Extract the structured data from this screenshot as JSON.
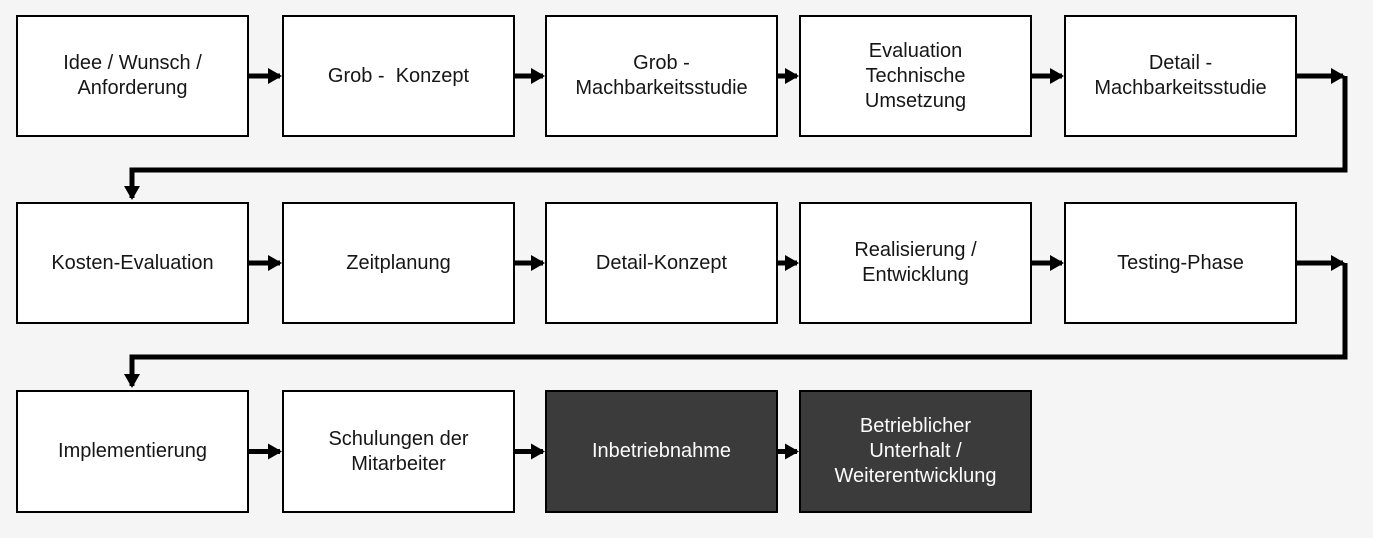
{
  "diagram": {
    "language": "de",
    "background_color": "#f5f5f6",
    "arrow_color": "#000000",
    "box_border_color": "#000000",
    "light_box_fill": "#ffffff",
    "light_box_text_color": "#161616",
    "dark_box_fill": "#3b3b3b",
    "dark_box_text_color": "#fcfcfc",
    "rows": [
      {
        "boxes": [
          {
            "label": "Idee / Wunsch /\nAnforderung",
            "variant": "light"
          },
          {
            "label": "Grob -  Konzept",
            "variant": "light"
          },
          {
            "label": "Grob -\nMachbarkeitsstudie",
            "variant": "light"
          },
          {
            "label": "Evaluation\nTechnische\nUmsetzung",
            "variant": "light"
          },
          {
            "label": "Detail -\nMachbarkeitsstudie",
            "variant": "light"
          }
        ]
      },
      {
        "boxes": [
          {
            "label": "Kosten-Evaluation",
            "variant": "light"
          },
          {
            "label": "Zeitplanung",
            "variant": "light"
          },
          {
            "label": "Detail-Konzept",
            "variant": "light"
          },
          {
            "label": "Realisierung /\nEntwicklung",
            "variant": "light"
          },
          {
            "label": "Testing-Phase",
            "variant": "light"
          }
        ]
      },
      {
        "boxes": [
          {
            "label": "Implementierung",
            "variant": "light"
          },
          {
            "label": "Schulungen der\nMitarbeiter",
            "variant": "light"
          },
          {
            "label": "Inbetriebnahme",
            "variant": "dark"
          },
          {
            "label": "Betrieblicher\nUnterhalt /\nWeiterentwicklung",
            "variant": "dark"
          }
        ]
      }
    ]
  }
}
